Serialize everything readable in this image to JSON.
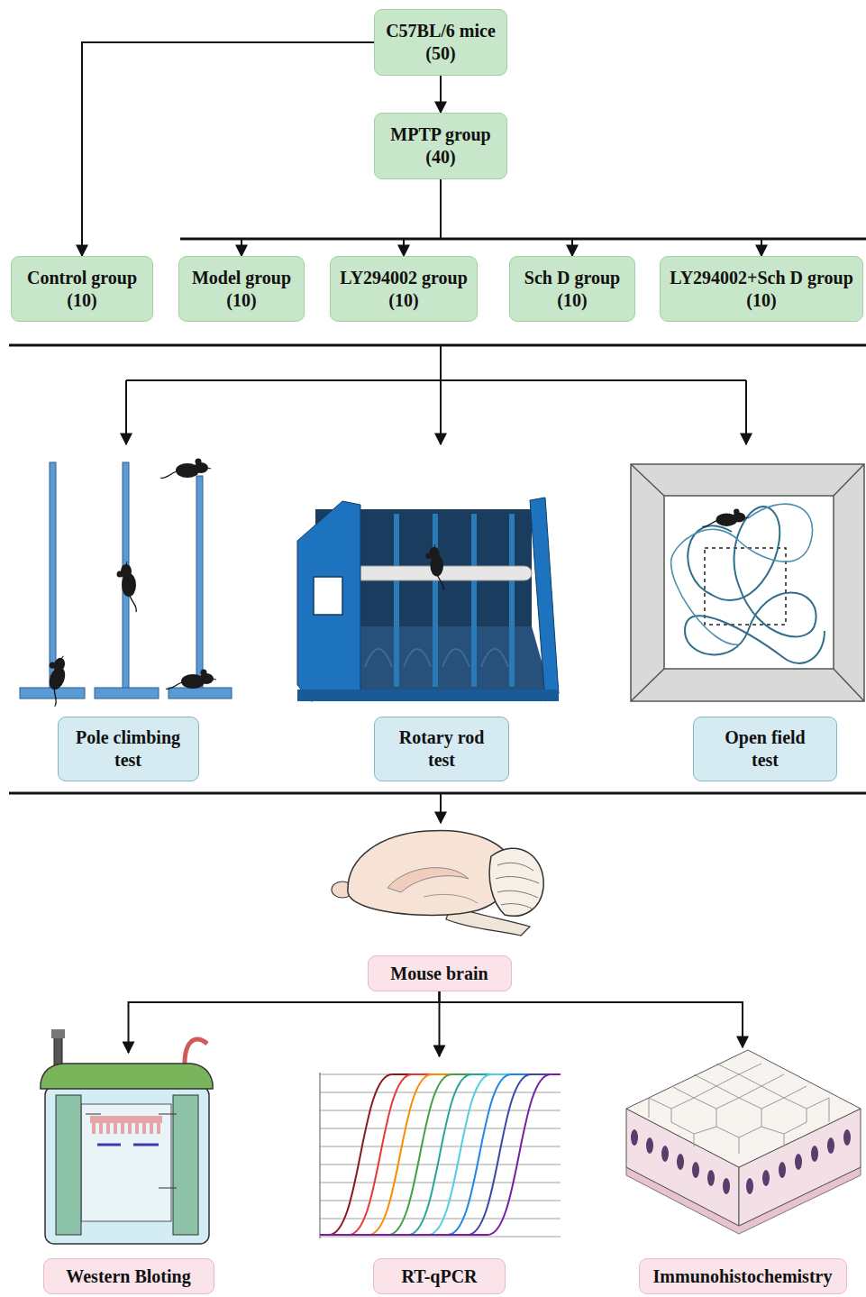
{
  "diagram": {
    "nodes": [
      {
        "text": [
          "C57BL/6 mice",
          "(50)"
        ]
      },
      {
        "text": [
          "MPTP group",
          "(40)"
        ]
      },
      {
        "text": [
          "Control group",
          "(10)"
        ]
      },
      {
        "text": [
          "Model group",
          "(10)"
        ]
      },
      {
        "text": [
          "LY294002 group",
          "(10)"
        ]
      },
      {
        "text": [
          "Sch D group",
          "(10)"
        ]
      },
      {
        "text": [
          "LY294002+Sch D group",
          "(10)"
        ]
      },
      {
        "text": [
          "Pole climbing test"
        ]
      },
      {
        "text": [
          "Rotary rod test"
        ]
      },
      {
        "text": [
          "Open field test"
        ]
      },
      {
        "text": [
          "Mouse brain"
        ]
      },
      {
        "text": [
          "Western Bloting"
        ]
      },
      {
        "text": [
          "RT-qPCR"
        ]
      },
      {
        "text": [
          "Immunohistochemistry"
        ]
      }
    ],
    "edges": [
      {
        "from": 0,
        "to": 2,
        "arrow": "to"
      },
      {
        "from": 0,
        "to": 1,
        "arrow": "to"
      },
      {
        "from": 1,
        "to": 3,
        "arrow": "to"
      },
      {
        "from": 1,
        "to": 4,
        "arrow": "to"
      },
      {
        "from": 1,
        "to": 5,
        "arrow": "to"
      },
      {
        "from": 1,
        "to": 6,
        "arrow": "to"
      },
      {
        "from": 10,
        "to": 11,
        "arrow": "to"
      },
      {
        "from": 10,
        "to": 12,
        "arrow": "to"
      },
      {
        "from": 10,
        "to": 13,
        "arrow": "to"
      }
    ]
  }
}
